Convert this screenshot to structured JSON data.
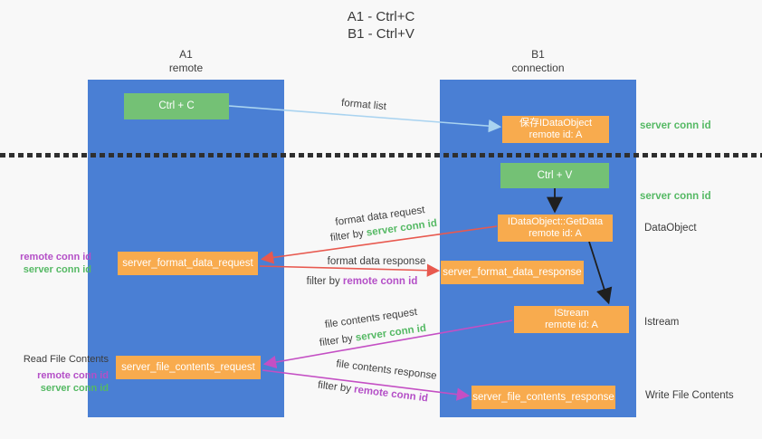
{
  "title": {
    "line1": "A1 - Ctrl+C",
    "line2": "B1 - Ctrl+V"
  },
  "columns": {
    "left": {
      "name": "A1",
      "role": "remote"
    },
    "right": {
      "name": "B1",
      "role": "connection"
    }
  },
  "nodes": {
    "ctrl_c": "Ctrl + C",
    "ctrl_v": "Ctrl + V",
    "save_idataobject": {
      "line1": "保存IDataObject",
      "line2": "remote id: A"
    },
    "getdata": {
      "line1": "IDataObject::GetData",
      "line2": "remote id: A"
    },
    "istream": {
      "line1": "IStream",
      "line2": "remote id: A"
    },
    "format_request": "server_format_data_request",
    "format_response": "server_format_data_response",
    "file_request": "server_file_contents_request",
    "file_response": "server_file_contents_response"
  },
  "side_labels": {
    "server_conn_id_top": "server conn id",
    "server_conn_id_mid": "server conn id",
    "dataobject": "DataObject",
    "istream": "Istream",
    "write_file_contents": "Write File Contents",
    "read_file_contents": "Read File Contents",
    "format_remote_conn_id": "remote conn id",
    "format_server_conn_id": "server conn id",
    "file_remote_conn_id": "remote conn id",
    "file_server_conn_id": "server conn id"
  },
  "arrow_labels": {
    "format_list": "format list",
    "format_data_request": "format data request",
    "format_data_request_filter_prefix": "filter by ",
    "format_data_request_filter_key": "server conn id",
    "format_data_response": "format data response",
    "format_data_response_filter_prefix": "filter by ",
    "format_data_response_filter_key": "remote conn id",
    "file_contents_request": "file contents request",
    "file_contents_request_filter_prefix": "filter by ",
    "file_contents_request_filter_key": "server conn id",
    "file_contents_response": "file contents response",
    "file_contents_response_filter_prefix": "filter by ",
    "file_contents_response_filter_key": "remote conn id"
  },
  "colors": {
    "background": "#f8f8f8",
    "column_blue": "#4a7fd4",
    "box_orange": "#f8ab4e",
    "box_green": "#74c175",
    "green_text": "#55b964",
    "purple_text": "#b44fc7",
    "dark_text": "#3c3c3c",
    "arrow_red": "#e8594f",
    "arrow_magenta": "#c44fc4",
    "arrow_blue": "#a9d3f0",
    "arrow_black": "#1f1f1f",
    "separator": "#2f2f2f"
  }
}
